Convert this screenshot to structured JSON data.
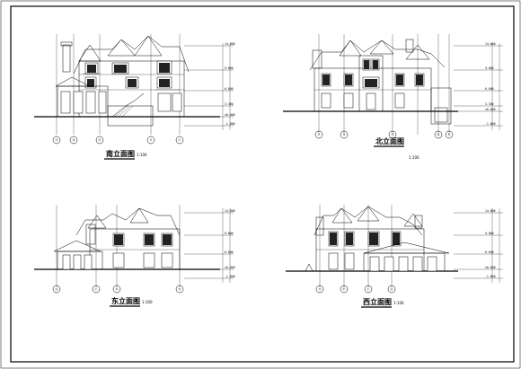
{
  "sheet": {
    "views": [
      {
        "title": "南立面图",
        "scale": "1:100"
      },
      {
        "title": "北立面图",
        "scale": "1:100"
      },
      {
        "title": "东立面图",
        "scale": "1:100"
      },
      {
        "title": "西立面图",
        "scale": "1:100"
      }
    ],
    "levels": [
      "14.800",
      "9.800",
      "6.600",
      "3.300",
      "±0.000",
      "-1.800"
    ]
  }
}
